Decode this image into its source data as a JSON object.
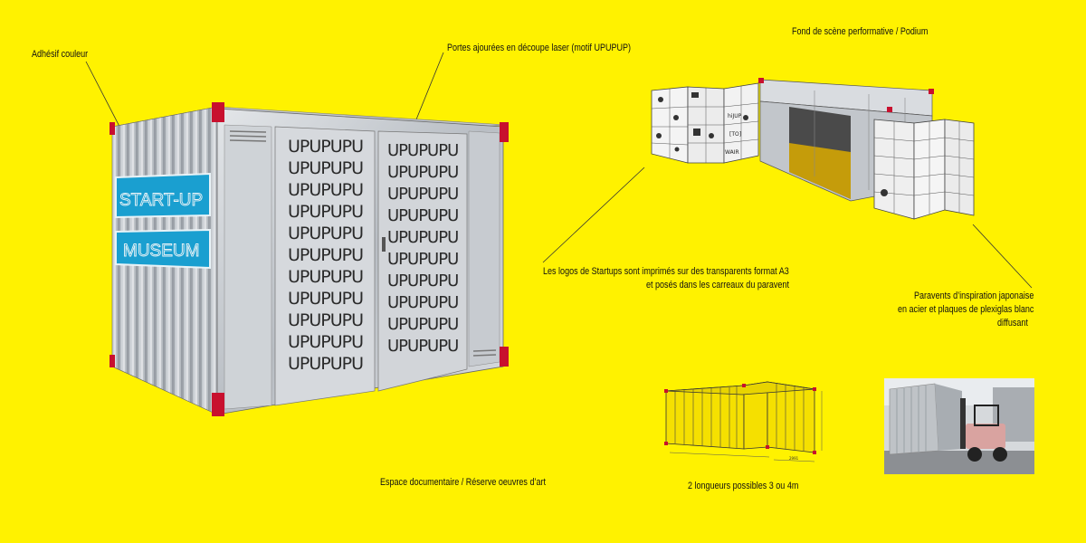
{
  "labels": {
    "adhesif": "Adhésif couleur",
    "portes": "Portes ajourées en découpe laser (motif UPUPUP)",
    "fond": "Fond de scène performative / Podium",
    "logos_l1": "Les logos de Startups sont imprimés sur des transparents format A3",
    "logos_l2": "et posés dans les carreaux du paravent",
    "paravents_l1": "Paravents d’inspiration japonaise",
    "paravents_l2": "en acier et plaques de plexiglas blanc",
    "paravents_l3": "diffusant",
    "espace": "Espace documentaire / Réserve oeuvres d’art",
    "longueurs": "2 longueurs possibles 3 ou 4m"
  },
  "container": {
    "sign_line1": "START-UP",
    "sign_line2": "MUSEUM",
    "door_pattern_text": "UPUPUPU"
  },
  "screen_logos": [
    "hiJUP",
    "[TO]",
    "WAIR"
  ],
  "dimension_label": "2991",
  "colors": {
    "background": "#fff200",
    "sign_blue": "#1a9fd0",
    "corner_red": "#c8102e",
    "steel": "#c9cdd2"
  }
}
